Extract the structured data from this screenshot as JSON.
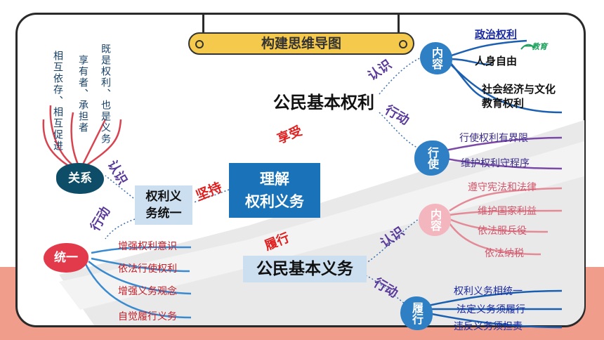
{
  "title": "构建思维导图",
  "center": {
    "understand_line1": "理解",
    "understand_line2": "权利义务",
    "unity_line1": "权利义",
    "unity_line2": "务统一",
    "rights_title": "公民基本权利",
    "duties_title": "公民基本义务"
  },
  "connectors": {
    "enjoy": "享受",
    "persist": "坚持",
    "fulfill": "履行"
  },
  "actions": {
    "rights_know": "认识",
    "rights_act": "行动",
    "duties_know": "认识",
    "duties_act": "行动",
    "unity_know": "认识",
    "unity_act": "行动"
  },
  "rights": {
    "content_node": "内容",
    "content_items": [
      "政治权利",
      "人身自由",
      "社会经济与文化",
      "教育权利"
    ],
    "exercise_node": "行使",
    "exercise_items": [
      "行使权利有界限",
      "维护权利守程序"
    ]
  },
  "duties": {
    "content_node": "内容",
    "content_items": [
      "遵守宪法和法律",
      "维护国家利益",
      "依法服兵役",
      "依法纳税"
    ],
    "fulfill_node": "履行",
    "fulfill_items": [
      "权利义务相统一",
      "法定义务须履行",
      "违反义务须担责"
    ]
  },
  "relation": {
    "node": "关系",
    "items": [
      "既是权利、也是义务",
      "享有者、承担者",
      "相互依存、相互促进"
    ]
  },
  "unity": {
    "node": "统一",
    "items": [
      "增强权利意识",
      "依法行使权利",
      "增强义务观念",
      "自觉履行义务"
    ]
  },
  "watermark": "一教育",
  "colors": {
    "blue": "#1a73b8",
    "light_blue": "#ccdff0",
    "navy": "#0e4d67",
    "pink": "#f3b6be",
    "red": "#e23a4b",
    "purple": "#5a3a9a",
    "title_yellow": "#f5c94c",
    "band": "#f19d8c"
  }
}
